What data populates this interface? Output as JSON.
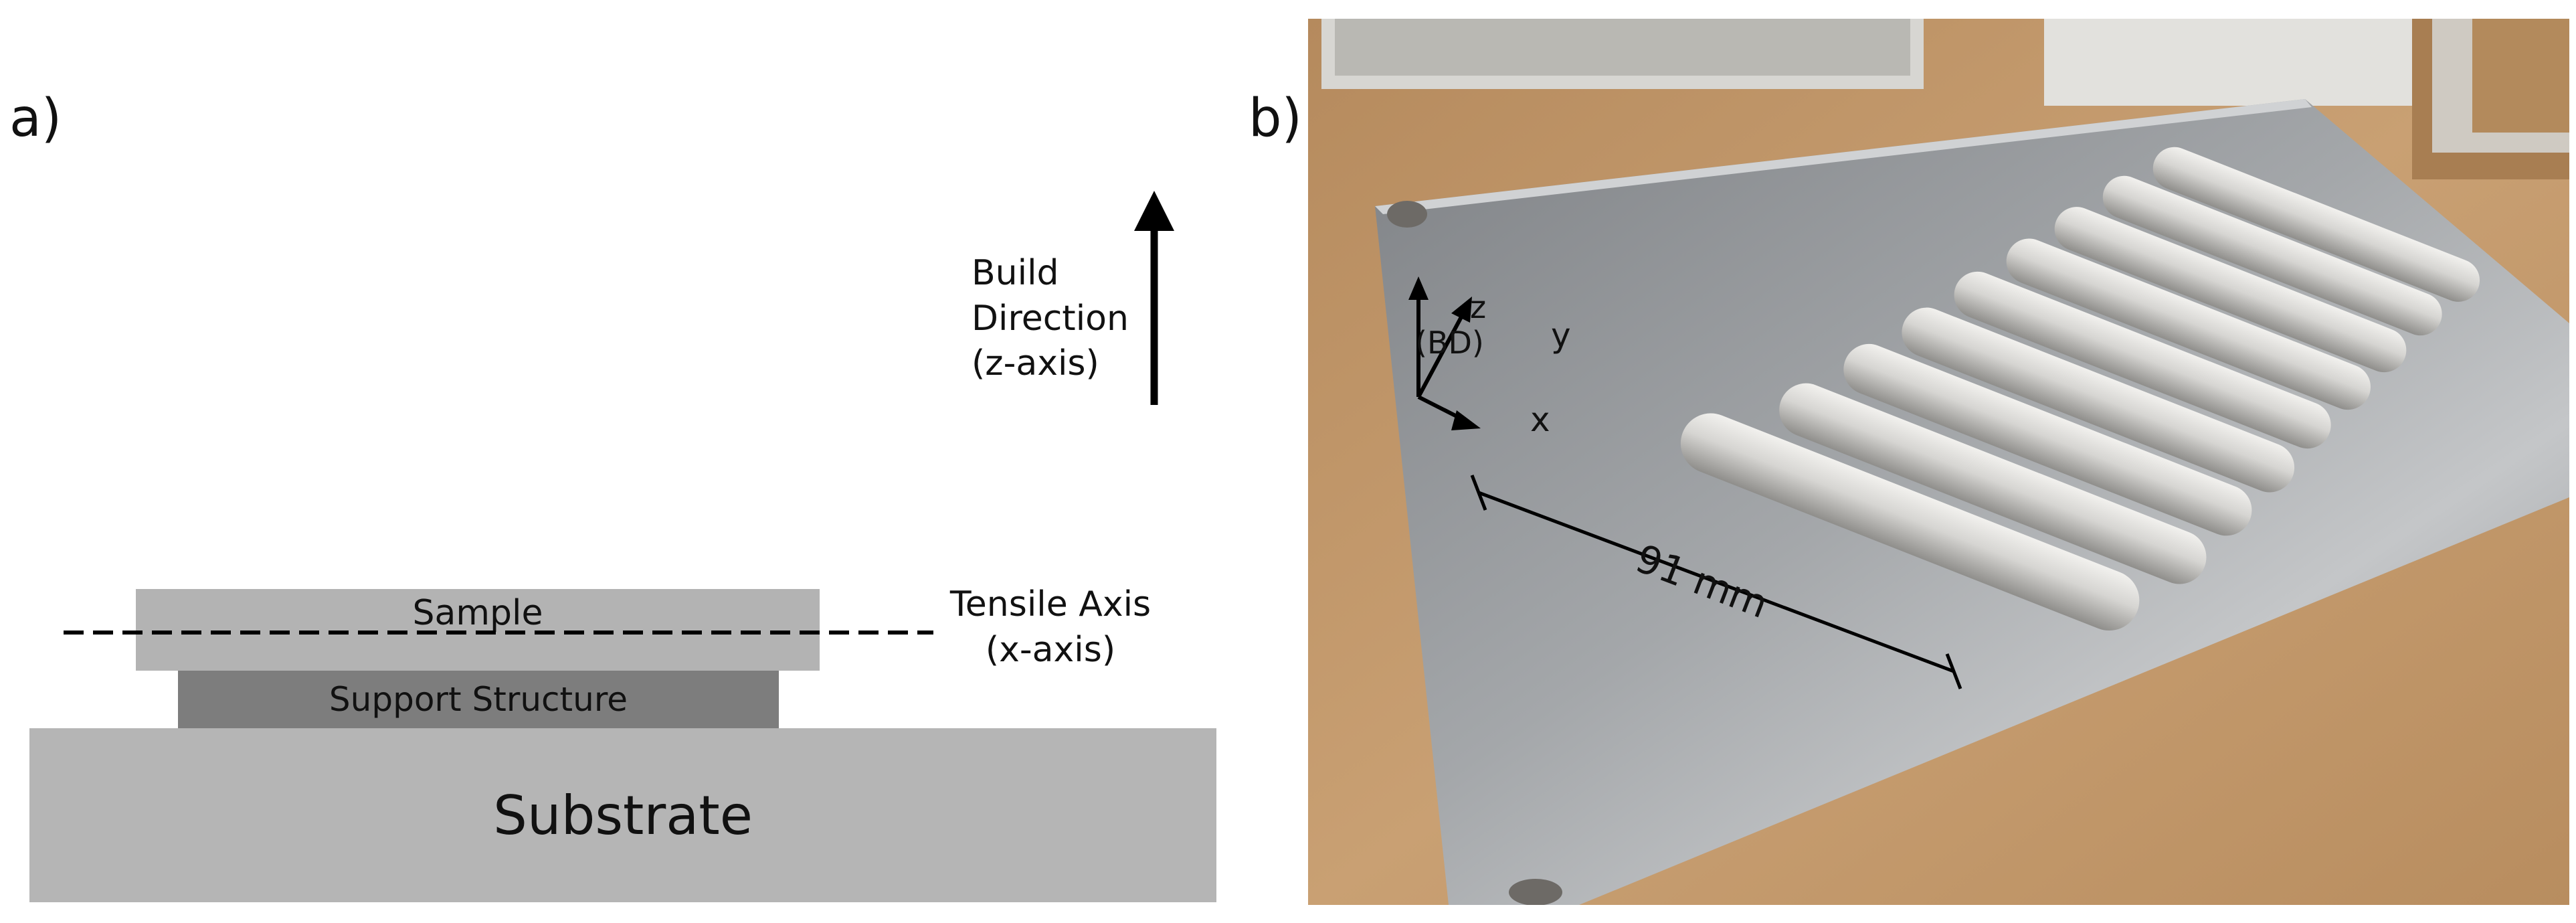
{
  "panel_a": {
    "label": "a)",
    "build_direction": {
      "line1": "Build",
      "line2": "Direction",
      "line3": "(z-axis)"
    },
    "tensile_axis": {
      "line1": "Tensile Axis",
      "line2": "(x-axis)"
    },
    "sample_label": "Sample",
    "support_label": "Support Structure",
    "substrate_label": "Substrate",
    "colors": {
      "sample": "#b3b3b3",
      "support": "#7d7d7d",
      "substrate": "#b5b5b5"
    }
  },
  "panel_b": {
    "label": "b)",
    "axis_z": "z",
    "axis_bd": "(BD)",
    "axis_y": "y",
    "axis_x": "x",
    "length_label": "91 mm",
    "rod_count": 9,
    "colors": {
      "cardboard": "#c49a6c",
      "plate": "#9c9fa2",
      "rod": "#d3d2cf"
    }
  }
}
